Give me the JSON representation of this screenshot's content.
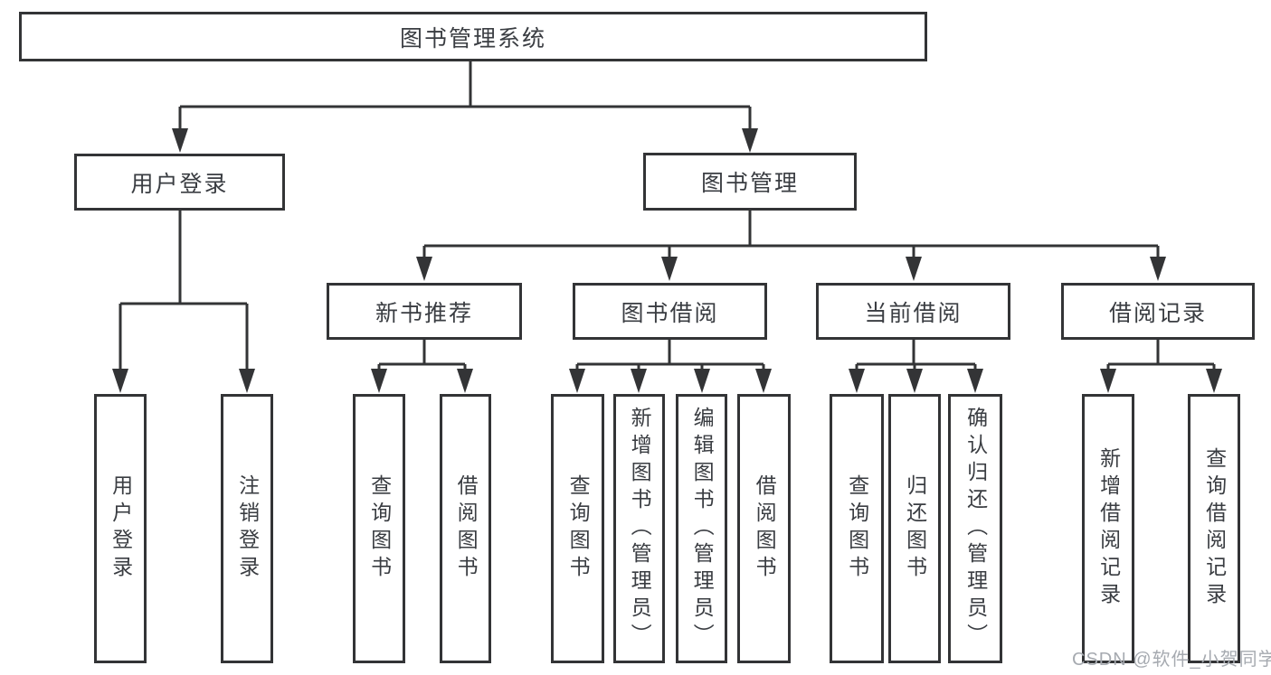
{
  "colors": {
    "line": "#333436",
    "text": "#3a3d42",
    "background": "#ffffff",
    "watermark_text": "#a6aab0"
  },
  "root": {
    "label": "图书管理系统"
  },
  "branches": [
    {
      "label": "用户登录"
    },
    {
      "label": "图书管理"
    }
  ],
  "modules": [
    {
      "label": "新书推荐",
      "parent": "图书管理"
    },
    {
      "label": "图书借阅",
      "parent": "图书管理"
    },
    {
      "label": "当前借阅",
      "parent": "图书管理"
    },
    {
      "label": "借阅记录",
      "parent": "图书管理"
    }
  ],
  "leaves": [
    {
      "label": "用户登录",
      "parent": "用户登录"
    },
    {
      "label": "注销登录",
      "parent": "用户登录"
    },
    {
      "label": "查询图书",
      "parent": "新书推荐"
    },
    {
      "label": "借阅图书",
      "parent": "新书推荐"
    },
    {
      "label": "查询图书",
      "parent": "图书借阅"
    },
    {
      "label": "新增图书（管理员）",
      "parent": "图书借阅"
    },
    {
      "label": "编辑图书（管理员）",
      "parent": "图书借阅"
    },
    {
      "label": "借阅图书",
      "parent": "图书借阅"
    },
    {
      "label": "查询图书",
      "parent": "当前借阅"
    },
    {
      "label": "归还图书",
      "parent": "当前借阅"
    },
    {
      "label": "确认归还（管理员）",
      "parent": "当前借阅"
    },
    {
      "label": "新增借阅记录",
      "parent": "借阅记录"
    },
    {
      "label": "查询借阅记录",
      "parent": "借阅记录"
    }
  ],
  "watermark": {
    "text": "CSDN @软件_小贺同学"
  }
}
